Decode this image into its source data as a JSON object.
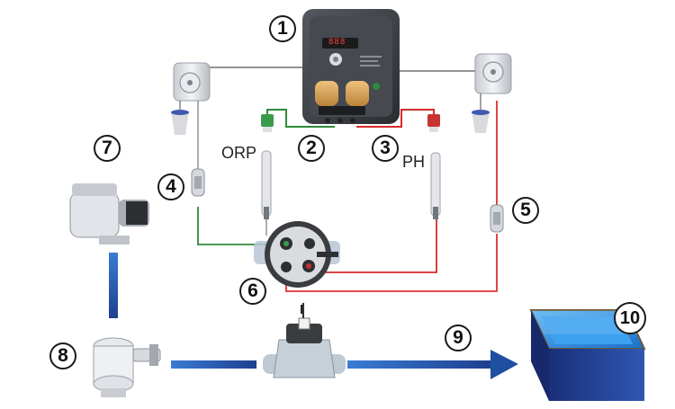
{
  "diagram": {
    "labels": {
      "orp": "ORP",
      "ph": "PH",
      "valve_handle": "I"
    },
    "controller_display": "888",
    "badges": {
      "b1": "1",
      "b2": "2",
      "b3": "3",
      "b4": "4",
      "b5": "5",
      "b6": "6",
      "b7": "7",
      "b8": "8",
      "b9": "9",
      "b10": "10"
    },
    "colors": {
      "orp_line": "#2e8b3a",
      "ph_line": "#d62a2a",
      "chemical_line": "#e03030",
      "water_flow": "#1f4fa0",
      "controller_body": "#3d4046",
      "pump_heads": "#d7a35a",
      "pool_water": "#2f8fe0"
    }
  }
}
